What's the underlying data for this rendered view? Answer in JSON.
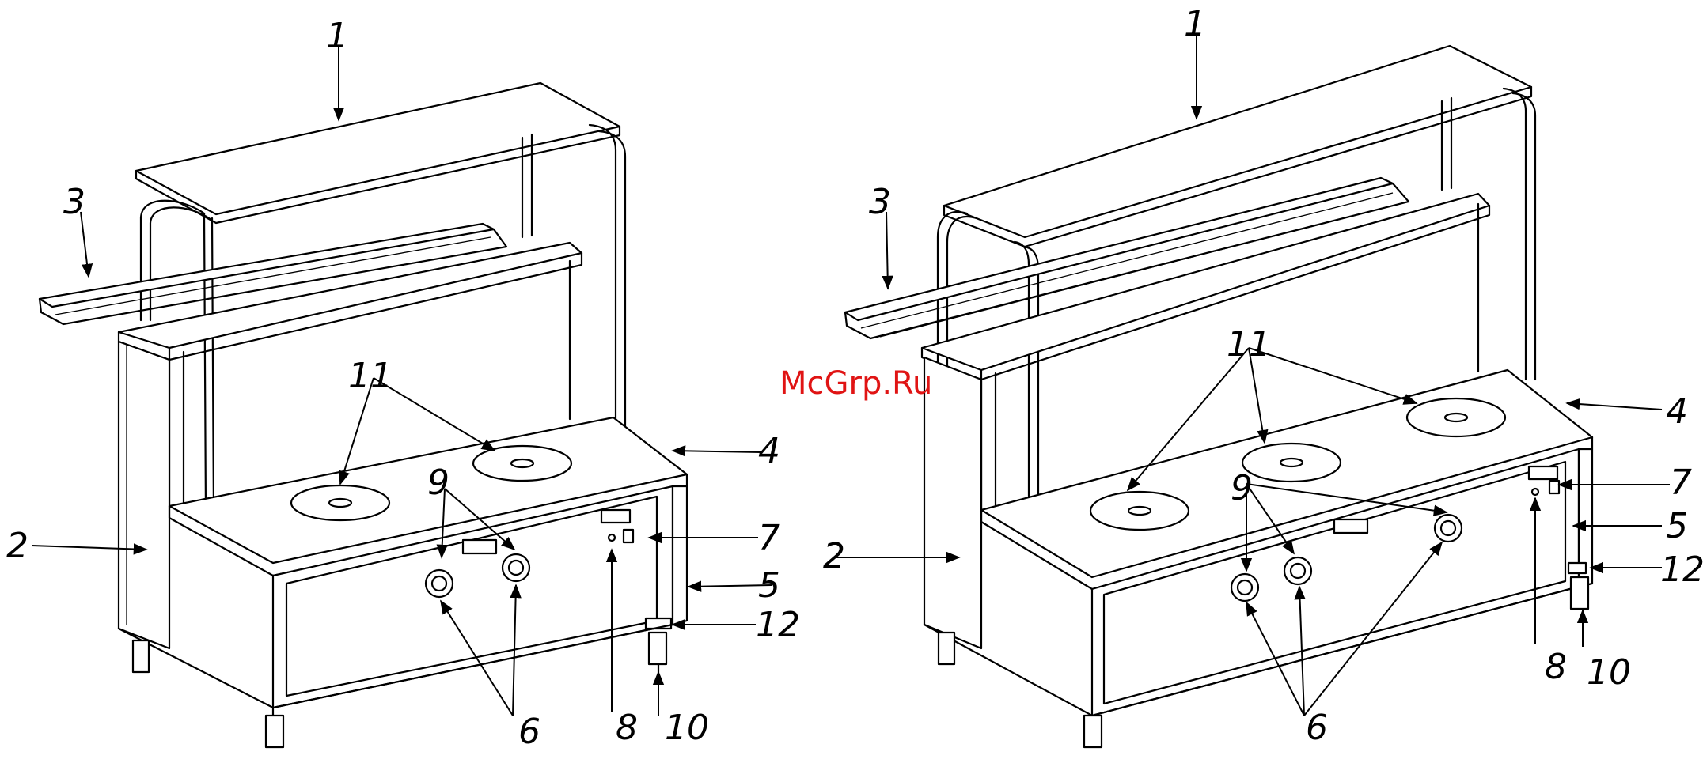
{
  "watermark": "McGrp.Ru",
  "callouts": [
    "1",
    "2",
    "3",
    "4",
    "5",
    "6",
    "7",
    "8",
    "9",
    "10",
    "11",
    "12"
  ],
  "colors": {
    "line": "#000000",
    "background": "#ffffff",
    "watermark": "#e01414"
  }
}
